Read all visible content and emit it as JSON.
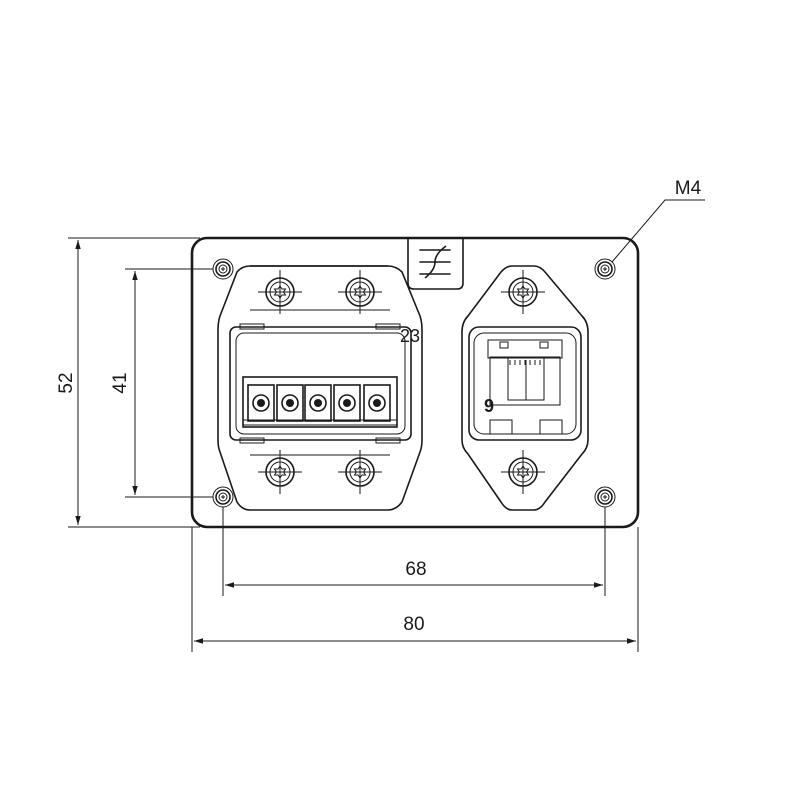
{
  "dimensions": {
    "height_outer": "52",
    "height_holes": "41",
    "width_holes": "68",
    "width_outer": "80",
    "thread": "M4"
  },
  "labels": {
    "left_connector_mark": "23",
    "right_connector_mark": "9"
  },
  "logo": {
    "icon": "crossing-lines-logo"
  },
  "colors": {
    "line": "#1a1a1a",
    "background": "#ffffff"
  }
}
